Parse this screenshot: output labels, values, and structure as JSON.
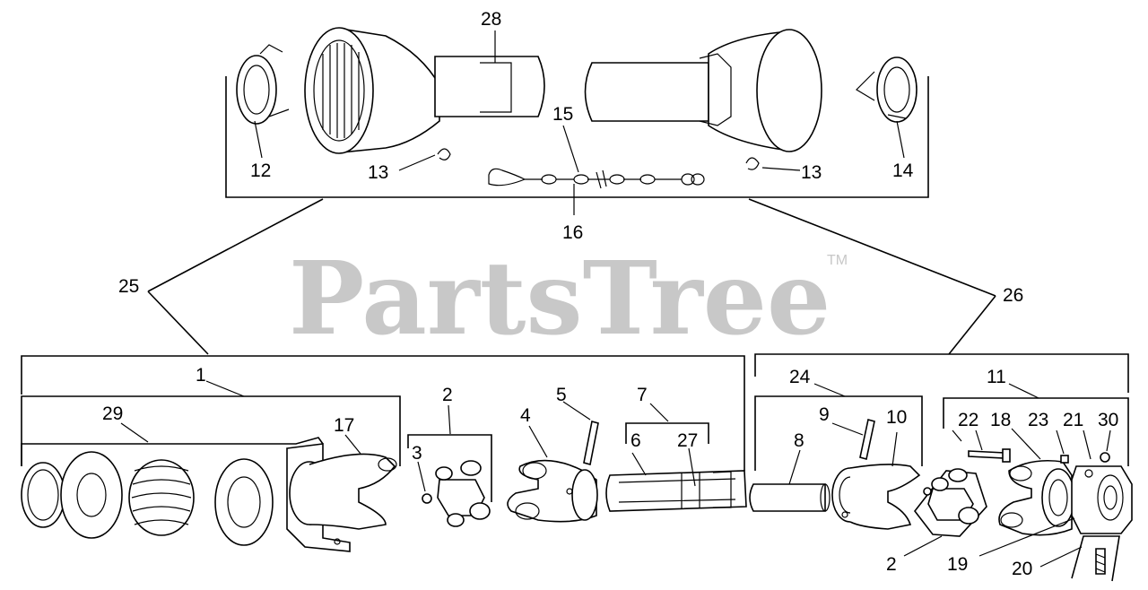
{
  "watermark": {
    "brand": "PartsTree",
    "trademark": "TM"
  },
  "callouts": {
    "n28": "28",
    "n15": "15",
    "n12": "12",
    "n13a": "13",
    "n13b": "13",
    "n14": "14",
    "n16": "16",
    "n25": "25",
    "n26": "26",
    "n1": "1",
    "n29": "29",
    "n17": "17",
    "n2a": "2",
    "n3": "3",
    "n4": "4",
    "n5": "5",
    "n7": "7",
    "n6": "6",
    "n27": "27",
    "n24": "24",
    "n9": "9",
    "n10": "10",
    "n8": "8",
    "n11": "11",
    "n22": "22",
    "n18": "18",
    "n23": "23",
    "n21": "21",
    "n30": "30",
    "n2b": "2",
    "n19": "19",
    "n20": "20"
  }
}
